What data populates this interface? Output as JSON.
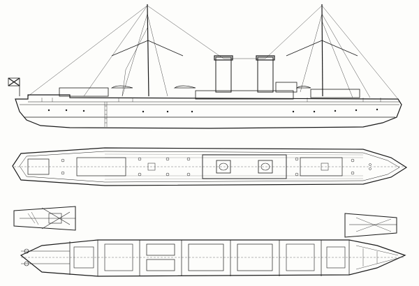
{
  "sheet": {
    "title_block_lines": [
      "",
      "",
      ""
    ],
    "deck_plan_caption": "",
    "deck_plan_subcaption": "",
    "hold_plan_caption": "",
    "hold_plan_subcaption": "",
    "signature": "",
    "drawn_by_note": ""
  },
  "views": [
    {
      "id": "side-elevation",
      "description_visible": false
    },
    {
      "id": "upper-deck-plan",
      "description_visible": false
    },
    {
      "id": "bow-section-plan",
      "description_visible": false
    },
    {
      "id": "lower-deck-plan",
      "description_visible": false
    },
    {
      "id": "stern-section-plan",
      "description_visible": false
    }
  ],
  "colors": {
    "ink": "#1a1a1a",
    "paper": "#fdfdfb"
  }
}
